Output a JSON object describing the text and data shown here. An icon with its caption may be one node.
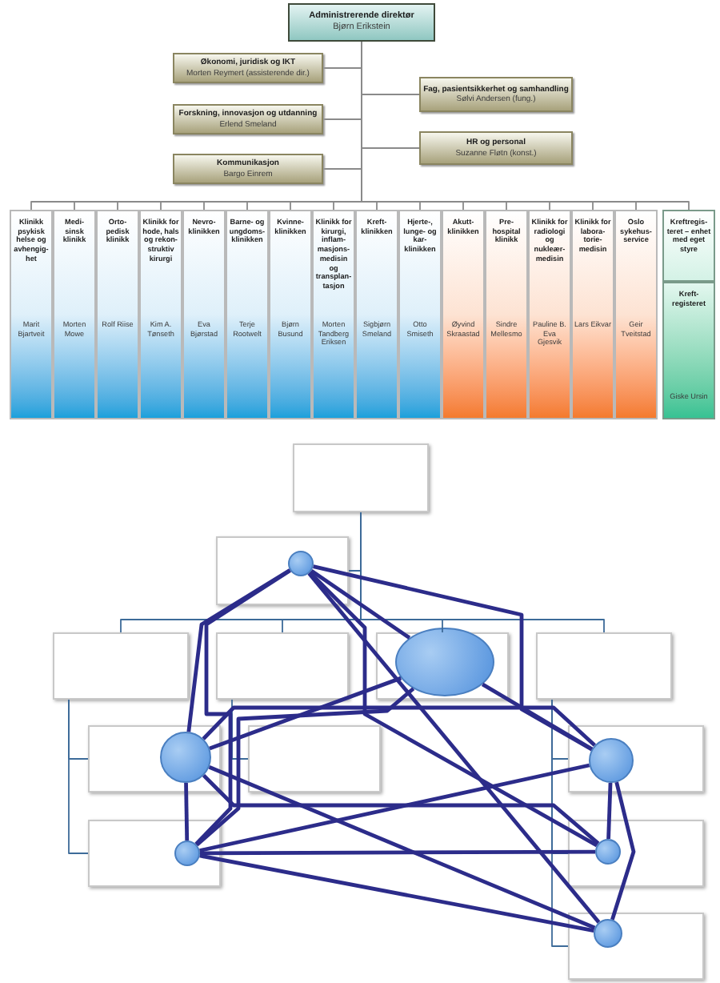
{
  "diagram": {
    "nodes": [
      {
        "text": [
          "Administrerende direktør",
          "Bjørn Erikstein"
        ]
      },
      {
        "text": [
          "Økonomi, juridisk og IKT",
          "Morten Reymert (assisterende dir.)"
        ]
      },
      {
        "text": [
          "Fag, pasientsikkerhet og samhandling",
          "Sølvi Andersen (fung.)"
        ]
      },
      {
        "text": [
          "Forskning, innovasjon og utdanning",
          "Erlend Smeland"
        ]
      },
      {
        "text": [
          "HR og personal",
          "Suzanne Fløtn (konst.)"
        ]
      },
      {
        "text": [
          "Kommunikasjon",
          "Bargo Einrem"
        ]
      },
      {
        "text": [
          "Klinikk psykisk helse og avhengig-het",
          "Marit Bjartveit"
        ]
      },
      {
        "text": [
          "Medi-sinsk klinikk",
          "Morten Mowe"
        ]
      },
      {
        "text": [
          "Orto-pedisk klinikk",
          "Rolf Riise"
        ]
      },
      {
        "text": [
          "Klinikk for hode, hals og rekon-struktiv kirurgi",
          "Kim A. Tønseth"
        ]
      },
      {
        "text": [
          "Nevro-klinikken",
          "Eva Bjørstad"
        ]
      },
      {
        "text": [
          "Barne- og ungdoms-klinikken",
          "Terje Rootwelt"
        ]
      },
      {
        "text": [
          "Kvinne-klinikken",
          "Bjørn Busund"
        ]
      },
      {
        "text": [
          "Klinikk for kirurgi, inflam-masjons-medisin og transplan-tasjon",
          "Morten Tandberg Eriksen"
        ]
      },
      {
        "text": [
          "Kreft-klinikken",
          "Sigbjørn Smeland"
        ]
      },
      {
        "text": [
          "Hjerte-, lunge- og kar-klinikken",
          "Otto Smiseth"
        ]
      },
      {
        "text": [
          "Akutt-klinikken",
          "Øyvind Skraastad"
        ]
      },
      {
        "text": [
          "Pre-hospital klinikk",
          "Sindre Mellesmo"
        ]
      },
      {
        "text": [
          "Klinikk for radiologi og nukleær-medisin",
          "Pauline B. Eva Gjesvik"
        ]
      },
      {
        "text": [
          "Klinikk for labora-torie-medisin",
          "Lars Eikvar"
        ]
      },
      {
        "text": [
          "Oslo sykehus-service",
          "Geir Tveitstad"
        ]
      },
      {
        "text": [
          "Kreftregis-teret – enhet med eget styre"
        ]
      },
      {
        "text": [
          "Kreft-registeret",
          "Giske Ursin"
        ]
      },
      {
        "text": [],
        "shape": "box"
      },
      {
        "text": [],
        "shape": "box"
      },
      {
        "text": [],
        "shape": "box"
      },
      {
        "text": [],
        "shape": "box"
      },
      {
        "text": [],
        "shape": "box"
      },
      {
        "text": [],
        "shape": "box"
      },
      {
        "text": [],
        "shape": "box"
      },
      {
        "text": [],
        "shape": "box"
      },
      {
        "text": [],
        "shape": "box"
      },
      {
        "text": [],
        "shape": "box"
      },
      {
        "text": [],
        "shape": "box"
      },
      {
        "text": [],
        "shape": "box"
      },
      {
        "text": [],
        "shape": "circle",
        "in": 24
      },
      {
        "text": [],
        "shape": "circle",
        "in": 27
      },
      {
        "text": [],
        "shape": "circle",
        "in": 29
      },
      {
        "text": [],
        "shape": "circle",
        "in": 31
      },
      {
        "text": [],
        "shape": "circle",
        "in": 32
      },
      {
        "text": [],
        "shape": "circle",
        "in": 33
      },
      {
        "text": [],
        "shape": "circle",
        "in": 34
      }
    ],
    "edges": [
      {
        "from": 0,
        "to": 1,
        "arrow": "none"
      },
      {
        "from": 0,
        "to": 2,
        "arrow": "none"
      },
      {
        "from": 0,
        "to": 3,
        "arrow": "none"
      },
      {
        "from": 0,
        "to": 4,
        "arrow": "none"
      },
      {
        "from": 0,
        "to": 5,
        "arrow": "none"
      },
      {
        "from": 0,
        "to": 6,
        "arrow": "none"
      },
      {
        "from": 0,
        "to": 7,
        "arrow": "none"
      },
      {
        "from": 0,
        "to": 8,
        "arrow": "none"
      },
      {
        "from": 0,
        "to": 9,
        "arrow": "none"
      },
      {
        "from": 0,
        "to": 10,
        "arrow": "none"
      },
      {
        "from": 0,
        "to": 11,
        "arrow": "none"
      },
      {
        "from": 0,
        "to": 12,
        "arrow": "none"
      },
      {
        "from": 0,
        "to": 13,
        "arrow": "none"
      },
      {
        "from": 0,
        "to": 14,
        "arrow": "none"
      },
      {
        "from": 0,
        "to": 15,
        "arrow": "none"
      },
      {
        "from": 0,
        "to": 16,
        "arrow": "none"
      },
      {
        "from": 0,
        "to": 17,
        "arrow": "none"
      },
      {
        "from": 0,
        "to": 18,
        "arrow": "none"
      },
      {
        "from": 0,
        "to": 19,
        "arrow": "none"
      },
      {
        "from": 0,
        "to": 20,
        "arrow": "none"
      },
      {
        "from": 0,
        "to": 21,
        "arrow": "none"
      },
      {
        "from": 23,
        "to": 24,
        "arrow": "none",
        "color": "#3d6b99"
      },
      {
        "from": 23,
        "to": 25,
        "arrow": "none",
        "color": "#3d6b99"
      },
      {
        "from": 23,
        "to": 26,
        "arrow": "none",
        "color": "#3d6b99"
      },
      {
        "from": 23,
        "to": 27,
        "arrow": "none",
        "color": "#3d6b99"
      },
      {
        "from": 23,
        "to": 28,
        "arrow": "none",
        "color": "#3d6b99"
      },
      {
        "from": 25,
        "to": 29,
        "arrow": "none",
        "color": "#3d6b99"
      },
      {
        "from": 25,
        "to": 32,
        "arrow": "none",
        "color": "#3d6b99"
      },
      {
        "from": 26,
        "to": 30,
        "arrow": "none",
        "color": "#3d6b99"
      },
      {
        "from": 28,
        "to": 31,
        "arrow": "none",
        "color": "#3d6b99"
      },
      {
        "from": 28,
        "to": 33,
        "arrow": "none",
        "color": "#3d6b99"
      },
      {
        "from": 28,
        "to": 34,
        "arrow": "none",
        "color": "#3d6b99"
      },
      {
        "from": 35,
        "to": 38,
        "arrow": "none",
        "style": "thick",
        "color": "#2c2c8a"
      },
      {
        "from": 35,
        "to": 36,
        "arrow": "none",
        "style": "thick",
        "color": "#2c2c8a"
      },
      {
        "from": 35,
        "to": 37,
        "arrow": "none",
        "style": "thick",
        "color": "#2c2c8a"
      },
      {
        "from": 35,
        "to": 39,
        "arrow": "none",
        "style": "thick",
        "color": "#2c2c8a"
      },
      {
        "from": 35,
        "to": 41,
        "arrow": "none",
        "style": "thick",
        "color": "#2c2c8a"
      },
      {
        "from": 35,
        "to": 40,
        "arrow": "none",
        "style": "thick",
        "color": "#2c2c8a"
      },
      {
        "from": 36,
        "to": 38,
        "arrow": "none",
        "style": "thick",
        "color": "#2c2c8a"
      },
      {
        "from": 36,
        "to": 39,
        "arrow": "none",
        "style": "thick",
        "color": "#2c2c8a"
      },
      {
        "from": 36,
        "to": 37,
        "arrow": "none",
        "style": "thick",
        "color": "#2c2c8a"
      },
      {
        "from": 37,
        "to": 38,
        "arrow": "none",
        "style": "thick",
        "color": "#2c2c8a"
      },
      {
        "from": 37,
        "to": 40,
        "arrow": "none",
        "style": "thick",
        "color": "#2c2c8a"
      },
      {
        "from": 37,
        "to": 39,
        "arrow": "none",
        "style": "thick",
        "color": "#2c2c8a"
      },
      {
        "from": 37,
        "to": 41,
        "arrow": "none",
        "style": "thick",
        "color": "#2c2c8a"
      },
      {
        "from": 39,
        "to": 40,
        "arrow": "none",
        "style": "thick",
        "color": "#2c2c8a"
      },
      {
        "from": 39,
        "to": 41,
        "arrow": "none",
        "style": "thick",
        "color": "#2c2c8a"
      },
      {
        "from": 39,
        "to": 38,
        "arrow": "none",
        "style": "thick",
        "color": "#2c2c8a"
      },
      {
        "from": 38,
        "to": 41,
        "arrow": "none",
        "style": "thick",
        "color": "#2c2c8a"
      },
      {
        "from": 38,
        "to": 40,
        "arrow": "none",
        "style": "thick",
        "color": "#2c2c8a"
      }
    ]
  }
}
